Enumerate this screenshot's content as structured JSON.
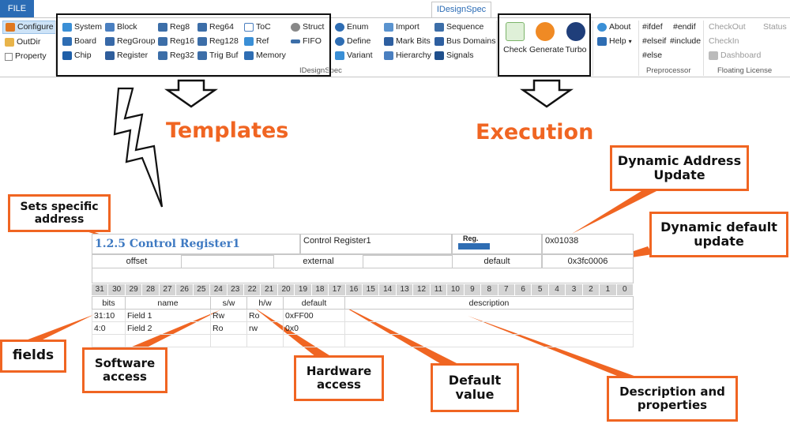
{
  "ribbon": {
    "file_tab": "FILE",
    "active_tab": "IDesignSpec",
    "config_group": {
      "configure": "Configure",
      "outdir": "OutDir",
      "property": "Property"
    },
    "templates": {
      "col1": [
        "System",
        "Board",
        "Chip"
      ],
      "col2": [
        "Block",
        "RegGroup",
        "Register"
      ],
      "col3": [
        "Reg8",
        "Reg16",
        "Reg32"
      ],
      "col4": [
        "Reg64",
        "Reg128",
        "Trig Buf"
      ],
      "col5": [
        "ToC",
        "Ref",
        "Memory"
      ],
      "col6": [
        "Struct",
        "FIFO"
      ],
      "group_label": "IDesignSpec"
    },
    "tools": {
      "col1": [
        "Enum",
        "Define",
        "Variant"
      ],
      "col2": [
        "Import",
        "Mark Bits",
        "Hierarchy"
      ],
      "col3": [
        "Sequence",
        "Bus Domains",
        "Signals"
      ]
    },
    "execution": {
      "check": "Check",
      "generate": "Generate",
      "turbo": "Turbo"
    },
    "help": {
      "about": "About",
      "help": "Help"
    },
    "preprocessor": {
      "items": [
        "#ifdef",
        "#endif",
        "#elseif",
        "#include",
        "#else"
      ],
      "label": "Preprocessor"
    },
    "license": {
      "checkout": "CheckOut",
      "status": "Status",
      "checkin": "CheckIn",
      "dashboard": "Dashboard",
      "label": "Floating License"
    }
  },
  "headings": {
    "templates": "Templates",
    "execution": "Execution"
  },
  "callouts": {
    "sets_address": "Sets specific address",
    "dyn_address": "Dynamic Address Update",
    "dyn_default": "Dynamic default update",
    "fields": "fields",
    "software": "Software access",
    "hardware": "Hardware access",
    "default_value": "Default value",
    "description": "Description and properties"
  },
  "register": {
    "heading": "1.2.5 Control Register1",
    "name": "Control Register1",
    "reg_badge": "Reg.",
    "address": "0x01038",
    "offset_label": "offset",
    "external_label": "external",
    "default_label": "default",
    "default_value": "0x3fc0006",
    "bits": [
      "31",
      "30",
      "29",
      "28",
      "27",
      "26",
      "25",
      "24",
      "23",
      "22",
      "21",
      "20",
      "19",
      "18",
      "17",
      "16",
      "15",
      "14",
      "13",
      "12",
      "11",
      "10",
      "9",
      "8",
      "7",
      "6",
      "5",
      "4",
      "3",
      "2",
      "1",
      "0"
    ],
    "columns": {
      "bits": "bits",
      "name": "name",
      "sw": "s/w",
      "hw": "h/w",
      "default": "default",
      "description": "description"
    },
    "fields": [
      {
        "bits": "31:10",
        "name": "Field 1",
        "sw": "Rw",
        "hw": "Ro",
        "default": "0xFF00",
        "description": ""
      },
      {
        "bits": "4:0",
        "name": "Field 2",
        "sw": "Ro",
        "hw": "rw",
        "default": "0x0",
        "description": ""
      }
    ]
  },
  "colors": {
    "accent": "#f06522",
    "file_tab": "#2b6cb5",
    "link_blue": "#3f7ac2"
  }
}
